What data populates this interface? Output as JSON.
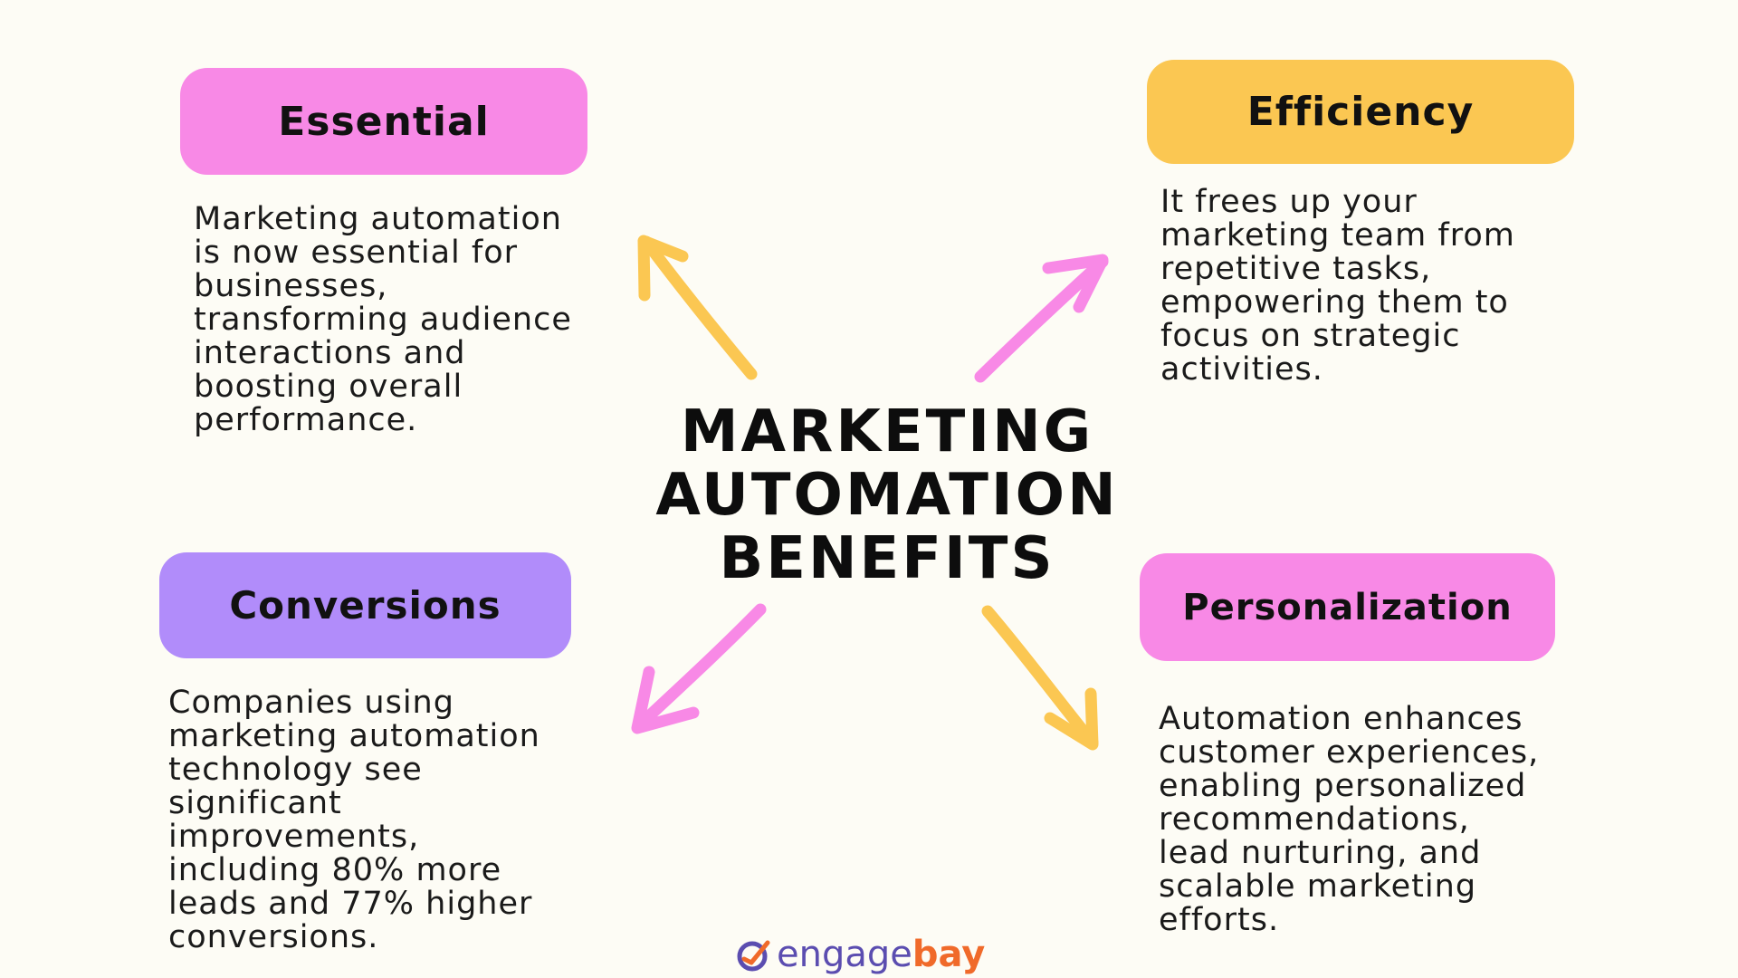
{
  "title": {
    "lines": [
      "MARKETING",
      "AUTOMATION",
      "BENEFITS"
    ]
  },
  "cards": {
    "essential": {
      "label": "Essential",
      "color": "#f889e6",
      "text": "Marketing automation\nis now essential for\nbusinesses,\ntransforming audience\ninteractions and\nboosting overall\nperformance."
    },
    "efficiency": {
      "label": "Efficiency",
      "color": "#fbc752",
      "text": "It frees up your\nmarketing team from\nrepetitive tasks,\nempowering them to\nfocus on strategic\nactivities."
    },
    "conversions": {
      "label": "Conversions",
      "color": "#b18cfa",
      "text": "Companies using\nmarketing automation\ntechnology see\nsignificant\nimprovements,\nincluding 80% more\nleads and 77% higher\nconversions."
    },
    "personalization": {
      "label": "Personalization",
      "color": "#f889e6",
      "text": "Automation enhances\ncustomer experiences,\nenabling personalized\nrecommendations,\nlead nurturing, and\nscalable marketing\nefforts."
    }
  },
  "arrows": {
    "top_left_color": "#fbc752",
    "top_right_color": "#f889e6",
    "bottom_left_color": "#f889e6",
    "bottom_right_color": "#fbc752"
  },
  "brand": {
    "part1": "engage",
    "part2": "bay",
    "icon": "engagebay-logo-icon"
  }
}
